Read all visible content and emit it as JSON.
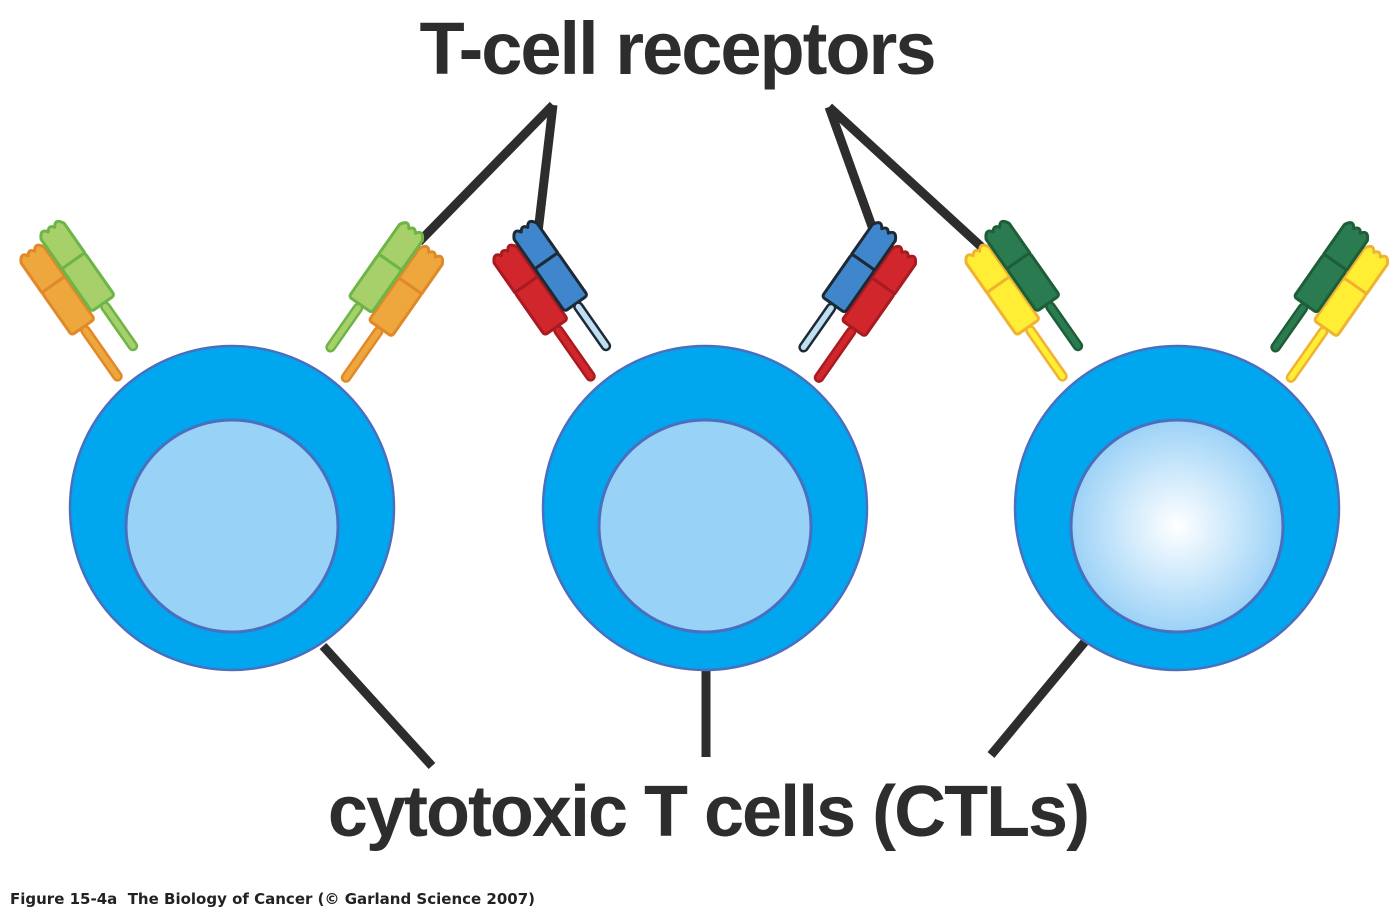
{
  "labels": {
    "receptors_heading": "T-cell receptors",
    "cells_heading": "cytotoxic T cells (CTLs)",
    "caption": "Figure 15-4a  The Biology of Cancer (© Garland Science 2007)"
  },
  "colors": {
    "leader_line": "#2d2d2d",
    "cell_membrane": "#00a6ee",
    "cell_outline": "#4a6fbf",
    "nucleus": "#99d2f7"
  },
  "cells": [
    {
      "name": "ctl-1",
      "nucleus_style": "flat",
      "receptor_chain_a": {
        "fill": "#eea73c",
        "stroke": "#e0892a"
      },
      "receptor_chain_b": {
        "fill": "#a8d06a",
        "stroke": "#6cb546"
      }
    },
    {
      "name": "ctl-2",
      "nucleus_style": "flat",
      "receptor_chain_a": {
        "fill": "#d0262c",
        "stroke": "#a81b20"
      },
      "receptor_chain_b": {
        "fill": "#3f86cc",
        "stroke": "#1d2a36",
        "tail": "#bfe0f3"
      }
    },
    {
      "name": "ctl-3",
      "nucleus_style": "gradient",
      "receptor_chain_a": {
        "fill": "#ffee33",
        "stroke": "#f0b232"
      },
      "receptor_chain_b": {
        "fill": "#2b7b50",
        "stroke": "#1d5e38"
      }
    }
  ]
}
